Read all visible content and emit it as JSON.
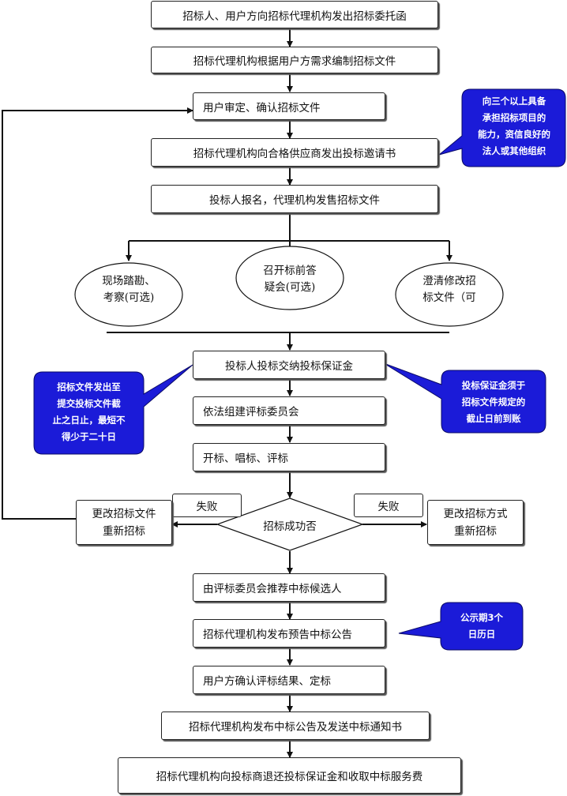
{
  "steps": {
    "s1": "招标人、用户方向招标代理机构发出招标委托函",
    "s2": "招标代理机构根据用户方需求编制招标文件",
    "s3": "用户审定、确认招标文件",
    "s4": "招标代理机构向合格供应商发出投标邀请书",
    "s5": "投标人报名，代理机构发售招标文件",
    "s6": "投标人投标交纳投标保证金",
    "s7": "依法组建评标委员会",
    "s8": "开标、唱标、评标",
    "s9": "由评标委员会推荐中标候选人",
    "s10": "招标代理机构发布预告中标公告",
    "s11": "用户方确认评标结果、定标",
    "s12": "招标代理机构发布中标公告及发送中标通知书",
    "s13": "招标代理机构向投标商退还投标保证金和收取中标服务费"
  },
  "ovals": {
    "o1": [
      "现场踏勘、",
      "考察(可选)"
    ],
    "o2": [
      "召开标前答",
      "疑会(可选)"
    ],
    "o3": [
      "澄清修改招",
      "标文件（可"
    ]
  },
  "decision": {
    "label": "招标成功否",
    "fail_left": "失败",
    "fail_right": "失败",
    "left_box": [
      "更改招标文件",
      "重新招标"
    ],
    "right_box": [
      "更改招标方式",
      "重新招标"
    ]
  },
  "notes": {
    "n1": [
      "向三个以上具备",
      "承担招标项目的",
      "能力，资信良好的",
      "法人或其他组织"
    ],
    "n2": [
      "招标文件发出至",
      "提交投标文件截",
      "止之日止，最短不",
      "得少于二十日"
    ],
    "n3": [
      "投标保证金须于",
      "招标文件规定的",
      "截止日前到账"
    ],
    "n4": [
      "公示期3个",
      "日历日"
    ]
  },
  "colors": {
    "note_fill": "#1b1bd8",
    "line": "#111111"
  }
}
